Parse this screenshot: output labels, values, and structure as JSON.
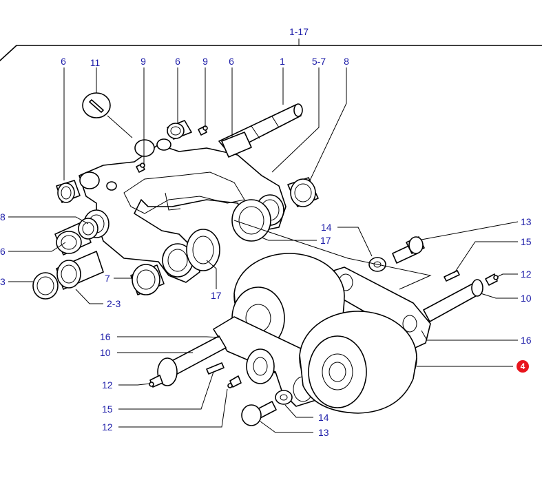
{
  "diagram": {
    "group_label": "1-17",
    "callouts": {
      "c1": "1",
      "c2": "2-3",
      "c3": "3",
      "c57a": "5-7",
      "c6a": "6",
      "c6b": "6",
      "c6c": "6",
      "c6d": "6",
      "c7": "7",
      "c8a": "8",
      "c8b": "8",
      "c9a": "9",
      "c9b": "9",
      "c10a": "10",
      "c10b": "10",
      "c11": "11",
      "c12a": "12",
      "c12b": "12",
      "c12c": "12",
      "c13a": "13",
      "c13b": "13",
      "c14a": "14",
      "c14b": "14",
      "c15a": "15",
      "c15b": "15",
      "c16a": "16",
      "c16b": "16",
      "c17a": "17",
      "c17b": "17"
    },
    "highlight_badge": "4",
    "colors": {
      "label": "#1c1ca8",
      "badge": "#e8141c",
      "ink": "#000000"
    }
  }
}
